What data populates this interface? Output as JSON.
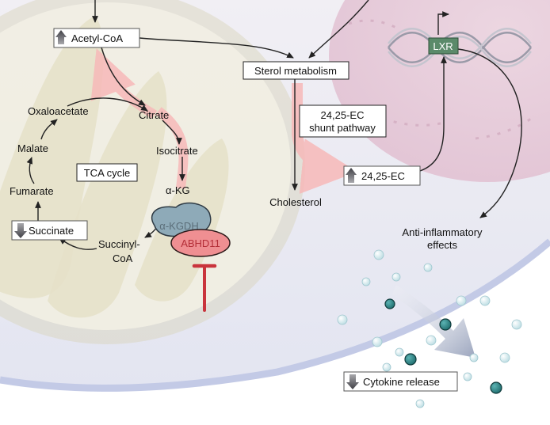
{
  "tca": {
    "title": "TCA cycle",
    "acetyl_coa": "Acetyl-CoA",
    "citrate": "Citrate",
    "isocitrate": "Isocitrate",
    "akg": "α-KG",
    "akgdh": "α-KGDH",
    "abhd11": "ABHD11",
    "succinyl_coa_line1": "Succinyl-",
    "succinyl_coa_line2": "CoA",
    "succinate": "Succinate",
    "fumarate": "Fumarate",
    "malate": "Malate",
    "oxaloacetate": "Oxaloacetate"
  },
  "sterol": {
    "metabolism": "Sterol metabolism",
    "shunt_line1": "24,25-EC",
    "shunt_line2": "shunt pathway",
    "cholesterol": "Cholesterol",
    "ec": "24,25-EC"
  },
  "nucleus": {
    "lxr": "LXR"
  },
  "effects": {
    "anti_line1": "Anti-inflammatory",
    "anti_line2": "effects",
    "cytokine": "Cytokine release"
  },
  "colors": {
    "teal_dark": "#2f8a8a",
    "teal_light": "#cfe6ea",
    "akgdh_fill": "#8eaab8",
    "abhd11_fill": "#ef8f92",
    "inhibition": "#c9343c",
    "lxr_fill": "#5b8a6a",
    "highlight": "#f7b9b9"
  }
}
